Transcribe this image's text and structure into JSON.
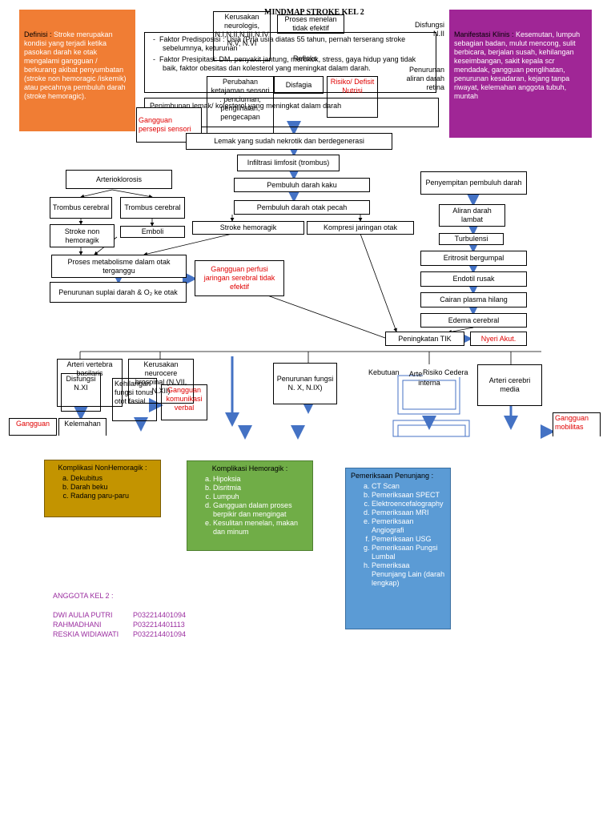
{
  "title": "MINDMAP STROKE KEL 2",
  "definisi": {
    "label": "Definisi :",
    "text": "Stroke merupakan kondisi yang terjadi ketika pasokan darah ke otak mengalami gangguan / berkurang akibat penyumbatan (stroke non hemoragic /iskemik) atau pecahnya pembuluh darah (stroke hemoragic)."
  },
  "manifestasi": {
    "label": "Manifestasi Klinis :",
    "text": "Kesemutan, lumpuh sebagian badan, mulut mencong, sulit berbicara, berjalan susah, kehilangan keseimbangan, sakit kepala scr mendadak, gangguan penglihatan, penurunan kesadaran, kejang tanpa riwayat,  kelemahan anggota tubuh, muntah"
  },
  "faktor": {
    "predisposisi": "Faktor Predisposisi : Usia (Pria usia diatas 55 tahun, pernah terserang stroke sebelumnya, keturunan",
    "presipitasi": "Faktor Presipitasi: DM, penyakit jantung, merokok, stress, gaya hidup yang tidak baik, faktor obesitas dan kolesterol yang meningkat dalam darah."
  },
  "top_overlap": {
    "kerusakan_neuro": "Kerusakan neurologis, N.I,N.II,N.III,N.IV N.V, N.VI",
    "proses_menelan": "Proses menelan tidak efektif",
    "disfungsi": "Disfungsi N.II",
    "refluks": "Refluks",
    "perubahan": "Perubahan ketajaman sensori : penciuman, penglihatan, pengecapan",
    "disfagia": "Disfagia",
    "risiko_defisit": "Risiko/ Defisit Nutrisi",
    "penurunan_aliran": "Penurunan aliran darah retina",
    "gangguan_persepsi": "Gangguan persepsi sensori"
  },
  "main": {
    "penimbunan": "Penimbunan lemak/ kolesterol yang meningkat dalam darah",
    "lemak": "Lemak yang sudah nekrotik dan berdegenerasi",
    "infiltrasi": "Infiltrasi limfosit (trombus)",
    "kaku": "Pembuluh darah kaku",
    "pecah": "Pembuluh darah otak pecah",
    "stroke_hem": "Stroke hemoragik",
    "kompresi": "Kompresi jaringan otak"
  },
  "left": {
    "arterio": "Arterioklorosis",
    "trombus1": "Trombus cerebral",
    "trombus2": "Trombus cerebral",
    "stroke_non": "Stroke non hemoragik",
    "emboli": "Emboli",
    "proses_meta": "Proses metabolisme dalam otak terganggu",
    "penurunan_suplai": "Penurunan suplai darah & O₂ ke otak",
    "gangguan_perfusi": "Gangguan perfusi jaringan serebral tidak efektif"
  },
  "right": {
    "penyempitan": "Penyempitan pembuluh darah",
    "aliran_lambat": "Aliran darah lambat",
    "turbulensi": "Turbulensi",
    "eritrosit": "Eritrosit bergumpal",
    "endotil": "Endotil rusak",
    "cairan": "Cairan plasma hilang",
    "edema": "Edema cerebral",
    "peningkatan_tik": "Peningkatan TIK",
    "nyeri": "Nyeri Akut."
  },
  "bottom": {
    "arteri_vertebra": "Arteri vertebra basilaris",
    "disfungsi_nxi": "Disfungsi N.XI",
    "kerusakan_neurocere": "Kerusakan neurocere brospinal (N.VII, N.XII)",
    "kehilangan": "Kehilangan fungsi tonus otot fasial",
    "gangguan_kom": "Gangguan komunikasi verbal",
    "penurunan_fungsi": "Penurunan fungsi N. X, N.IX)",
    "kebutuan": "Kebutuan",
    "arteri_carotis": "Arteri carotis interna",
    "risiko_cedera": "Risiko Cedera",
    "arteri_cerebri": "Arteri cerebri media",
    "gangguan_left": "Gangguan",
    "kelemahan": "Kelemahan",
    "gangguan_mobilitas": "Gangguan mobilitas"
  },
  "komplikasi_non": {
    "title": "Komplikasi NonHemoragik :",
    "items": [
      "Dekubitus",
      "Darah beku",
      "Radang paru-paru"
    ]
  },
  "komplikasi_hem": {
    "title": "Komplikasi Hemoragik :",
    "items": [
      "Hipoksia",
      "Disritmia",
      "Lumpuh",
      "Gangguan dalam proses berpikir dan mengingat",
      "Kesulitan menelan, makan dan minum"
    ]
  },
  "pemeriksaan": {
    "title": "Pemeriksaan Penunjang :",
    "items": [
      "CT Scan",
      "Pemeriksaan SPECT",
      "Elektroencefalography",
      "Pemeriksaan MRI",
      "Pemeriksaan Angiografi",
      "Pemeriksaan USG",
      "Pemeriksaan Pungsi Lumbal",
      "Pemeriksaa Penunjang Lain (darah lengkap)"
    ]
  },
  "anggota": {
    "title": "ANGGOTA KEL 2 :",
    "members": [
      {
        "name": "DWI AULIA PUTRI",
        "nim": "P032214401094"
      },
      {
        "name": "RAHMADHANI",
        "nim": "P032214401113"
      },
      {
        "name": "RESKIA WIDIAWATI",
        "nim": "P032214401094"
      }
    ]
  },
  "colors": {
    "orange": "#f07d34",
    "purple": "#a02696",
    "gold": "#c39400",
    "green": "#70ad47",
    "blue": "#5b9bd5",
    "arrow_blue": "#4472c4"
  }
}
